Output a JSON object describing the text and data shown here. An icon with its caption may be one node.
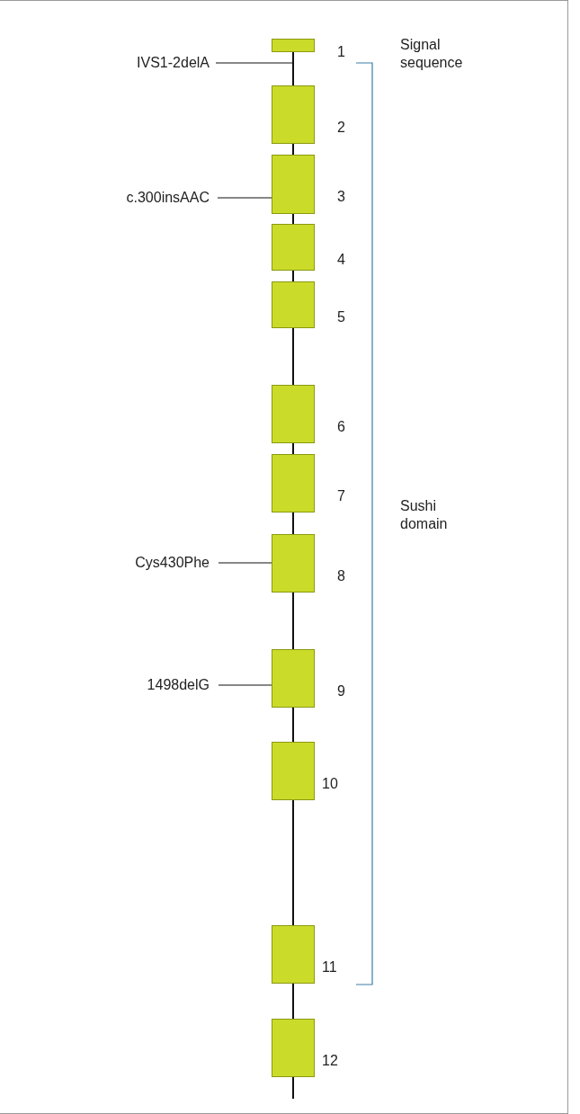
{
  "diagram": {
    "nodes": [
      {
        "text": [],
        "shape": "box",
        "beside": [
          "1"
        ]
      },
      {
        "text": [],
        "shape": "box",
        "beside": [
          "2"
        ]
      },
      {
        "text": [],
        "shape": "box",
        "beside": [
          "3"
        ]
      },
      {
        "text": [],
        "shape": "box",
        "beside": [
          "4"
        ]
      },
      {
        "text": [],
        "shape": "box",
        "beside": [
          "5"
        ]
      },
      {
        "text": [],
        "shape": "box",
        "beside": [
          "6"
        ]
      },
      {
        "text": [],
        "shape": "box",
        "beside": [
          "7"
        ]
      },
      {
        "text": [],
        "shape": "box",
        "beside": [
          "8"
        ]
      },
      {
        "text": [],
        "shape": "box",
        "beside": [
          "9"
        ]
      },
      {
        "text": [],
        "shape": "box",
        "beside": [
          "10"
        ]
      },
      {
        "text": [],
        "shape": "box",
        "beside": [
          "11"
        ]
      },
      {
        "text": [],
        "shape": "box",
        "beside": [
          "12"
        ]
      },
      {
        "text": [
          "IVS1-2delA"
        ]
      },
      {
        "text": [
          "c.300insAAC"
        ]
      },
      {
        "text": [
          "Cys430Phe"
        ]
      },
      {
        "text": [
          "1498delG"
        ]
      },
      {
        "text": [],
        "shape": "bar"
      }
    ],
    "edges": [
      {
        "from": 1,
        "to": 2,
        "arrow": "none"
      },
      {
        "from": 2,
        "to": 3,
        "arrow": "none"
      },
      {
        "from": 3,
        "to": 4,
        "arrow": "none"
      },
      {
        "from": 4,
        "to": 5,
        "arrow": "none"
      },
      {
        "from": 5,
        "to": 6,
        "arrow": "none"
      },
      {
        "from": 6,
        "to": 7,
        "arrow": "none"
      },
      {
        "from": 7,
        "to": 8,
        "arrow": "none"
      },
      {
        "from": 8,
        "to": 9,
        "arrow": "none"
      },
      {
        "from": 9,
        "to": 10,
        "arrow": "none"
      },
      {
        "from": 10,
        "to": 11,
        "arrow": "none"
      },
      {
        "from": 11,
        "to": null,
        "arrow": "none"
      },
      {
        "from": 12,
        "to": 16,
        "arrow": "none"
      },
      {
        "from": 13,
        "to": 2,
        "arrow": "none"
      },
      {
        "from": 14,
        "to": 7,
        "arrow": "none"
      },
      {
        "from": 15,
        "to": 8,
        "arrow": "none"
      }
    ],
    "labels": [
      "Signal sequence",
      "Sushi domain"
    ]
  }
}
